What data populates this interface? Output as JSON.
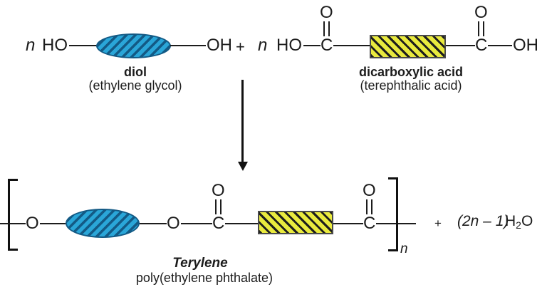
{
  "atoms": {
    "c": "C",
    "o": "O",
    "ho": "HO",
    "oh": "OH"
  },
  "operators": {
    "plus": "+"
  },
  "reactant_diol": {
    "coefficient": "n",
    "name": "diol",
    "example": "(ethylene glycol)"
  },
  "reactant_acid": {
    "coefficient": "n",
    "name": "dicarboxylic acid",
    "example": "(terephthalic acid)"
  },
  "product": {
    "name": "Terylene",
    "systematic": "poly(ethylene phthalate)",
    "repeat_subscript": "n"
  },
  "byproduct": {
    "plus": "+",
    "coefficient": "(2n – 1)",
    "formula_h": "H",
    "formula_sub": "2",
    "formula_o": "O"
  },
  "colors": {
    "diol_fill": "#2aa6d8",
    "diol_stripe": "#135a85",
    "acid_fill": "#e9ea3e",
    "acid_stripe": "#1d1d1d"
  }
}
